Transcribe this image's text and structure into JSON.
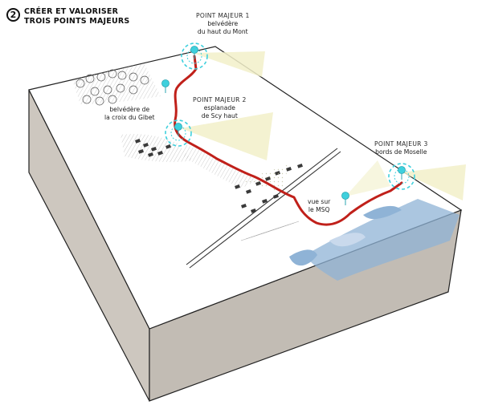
{
  "heading": {
    "number": "2",
    "line1": "CRÉER ET VALORISER",
    "line2": "TROIS POINTS MAJEURS"
  },
  "labels": {
    "p1_title": "POINT MAJEUR 1",
    "p1_line1": "belvédère",
    "p1_line2": "du haut du Mont",
    "gibet_line1": "belvédère de",
    "gibet_line2": "la croix du Gibet",
    "p2_title": "POINT MAJEUR 2",
    "p2_line1": "esplanade",
    "p2_line2": "de Scy haut",
    "p3_title": "POINT MAJEUR 3",
    "p3_line1": "bords de Moselle",
    "msq_line1": "vue sur",
    "msq_line2": "le MSQ"
  },
  "colors": {
    "block_side": "#cdc7bf",
    "block_front": "#c2bcb4",
    "block_top": "#ffffff",
    "route": "#c0201a",
    "marker": "#3fd0dd",
    "view_cone": "#f2f0c9",
    "water": "#8fb3d6",
    "water_light": "#c9d9ec",
    "outline": "#222222"
  },
  "icons": {
    "viewpoint": "pin-marker-icon",
    "halo": "dashed-circle-icon"
  }
}
